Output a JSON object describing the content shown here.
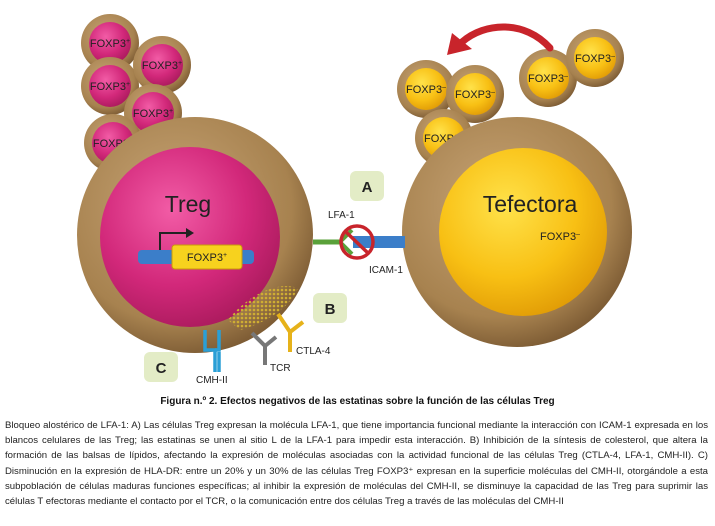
{
  "colors": {
    "shell": "#ad8a5e",
    "shell_dark": "#7a5a35",
    "treg_core": "#d12a78",
    "tefectora_core": "#f6b912",
    "accent_red": "#c8242b",
    "lfa_green": "#5aa13a",
    "icam_blue": "#3b7ec9",
    "tcr_gray": "#777777",
    "ctla_yellow": "#e6b21a",
    "cmh_cyan": "#2a9fd6",
    "marker_bg": "#e3ecc6"
  },
  "cells": {
    "treg": {
      "label": "Treg",
      "gene": "FOXP3",
      "gene_sup": "+"
    },
    "tefectora": {
      "label": "Tefectora",
      "foxp3": "FOXP3",
      "foxp3_sup": "–"
    },
    "small_positive": [
      {
        "text": "FOXP3",
        "sup": "+"
      },
      {
        "text": "FOXP3",
        "sup": "+"
      },
      {
        "text": "FOXP3",
        "sup": "+"
      },
      {
        "text": "FOXP3",
        "sup": "+"
      },
      {
        "text": "FOXP3",
        "sup": "+"
      }
    ],
    "small_negative": [
      {
        "text": "FOXP3",
        "sup": "–"
      },
      {
        "text": "FOXP3",
        "sup": "–"
      },
      {
        "text": "FOXP3",
        "sup": "–"
      },
      {
        "text": "FOXP3",
        "sup": "–"
      },
      {
        "text": "FOXP3",
        "sup": "–"
      }
    ]
  },
  "markers": {
    "a": "A",
    "b": "B",
    "c": "C"
  },
  "labels": {
    "lfa1": "LFA-1",
    "icam1": "ICAM-1",
    "ctla4": "CTLA-4",
    "tcr": "TCR",
    "cmh": "CMH-II"
  },
  "caption": "Figura n.º 2. Efectos negativos de las estatinas sobre la función de las células Treg",
  "body_text": "Bloqueo alostérico de LFA-1: A) Las células Treg expresan la molécula LFA-1, que tiene importancia funcional mediante la interacción con ICAM-1 expresada en los blancos celulares de las Treg; las estatinas se unen al sitio L de la LFA-1 para impedir esta interacción. B) Inhibición de la síntesis de colesterol, que altera la formación de las balsas de lípidos, afectando la expresión de moléculas asociadas con la actividad funcional de las células Treg (CTLA-4, LFA-1, CMH-II). C) Disminución en la expresión de HLA-DR: entre un 20% y un 30% de las células Treg FOXP3⁺ expresan en la superficie moléculas del CMH-II, otorgándole a esta subpoblación de células maduras funciones específicas; al inhibir la expresión de moléculas del CMH-II, se disminuye la capacidad de las Treg para suprimir las células T efectoras mediante el contacto por el TCR, o la comunicación entre dos células Treg a través de las moléculas del CMH-II"
}
